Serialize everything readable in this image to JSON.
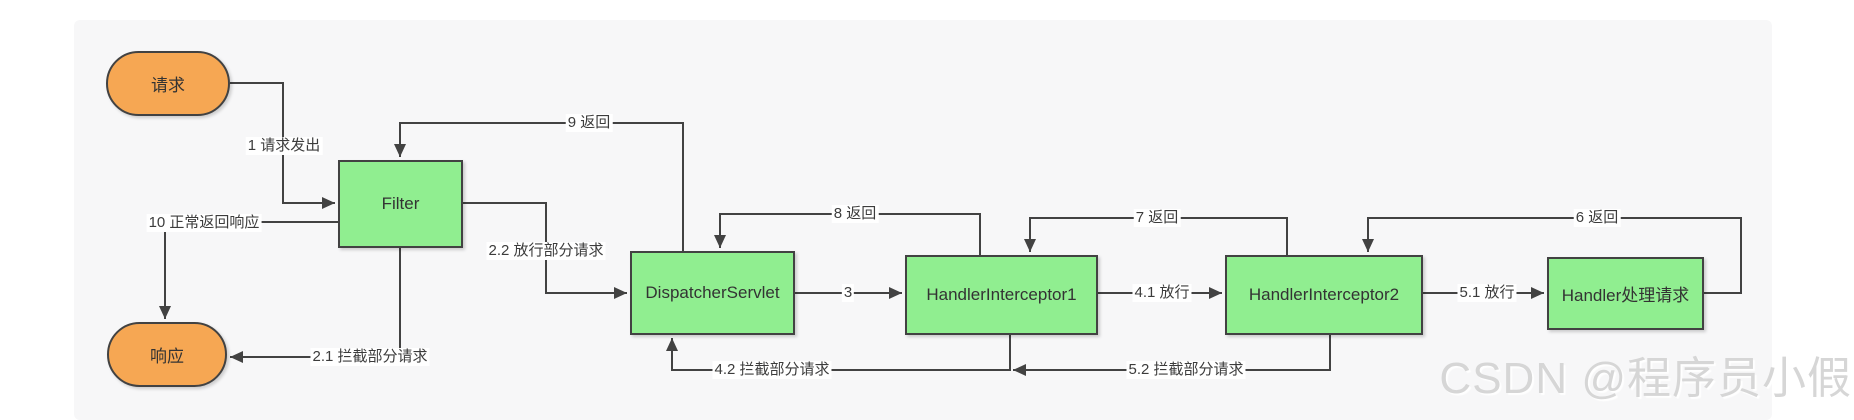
{
  "page": {
    "background": "#ffffff",
    "panel_background": "#f7f7f8"
  },
  "colors": {
    "node_green": "#90ee90",
    "node_orange": "#f6a753",
    "stroke": "#424242",
    "edge_label_text": "#3c3c3c",
    "watermark_text": "#d6d6d6"
  },
  "diagram": {
    "nodes": [
      {
        "id": "request",
        "label": "请求",
        "shape": "pill"
      },
      {
        "id": "response",
        "label": "响应",
        "shape": "pill"
      },
      {
        "id": "filter",
        "label": "Filter",
        "shape": "box"
      },
      {
        "id": "dispatcher_servlet",
        "label": "DispatcherServlet",
        "shape": "box"
      },
      {
        "id": "handler_interceptor1",
        "label": "HandlerInterceptor1",
        "shape": "box"
      },
      {
        "id": "handler_interceptor2",
        "label": "HandlerInterceptor2",
        "shape": "box"
      },
      {
        "id": "handler",
        "label": "Handler处理请求",
        "shape": "box"
      }
    ],
    "edges": [
      {
        "id": "1",
        "label": "1 请求发出",
        "from": "request",
        "to": "filter"
      },
      {
        "id": "9",
        "label": "9 返回",
        "from": "dispatcher_servlet",
        "to": "filter"
      },
      {
        "id": "2.2",
        "label": "2.2 放行部分请求",
        "from": "filter",
        "to": "dispatcher_servlet"
      },
      {
        "id": "10",
        "label": "10 正常返回响应",
        "from": "filter",
        "to": "response"
      },
      {
        "id": "2.1",
        "label": "2.1 拦截部分请求",
        "from": "filter",
        "to": "response"
      },
      {
        "id": "3",
        "label": "3",
        "from": "dispatcher_servlet",
        "to": "handler_interceptor1"
      },
      {
        "id": "8",
        "label": "8 返回",
        "from": "handler_interceptor1",
        "to": "dispatcher_servlet"
      },
      {
        "id": "4.1",
        "label": "4.1 放行",
        "from": "handler_interceptor1",
        "to": "handler_interceptor2"
      },
      {
        "id": "7",
        "label": "7 返回",
        "from": "handler_interceptor2",
        "to": "handler_interceptor1"
      },
      {
        "id": "5.1",
        "label": "5.1 放行",
        "from": "handler_interceptor2",
        "to": "handler"
      },
      {
        "id": "6",
        "label": "6 返回",
        "from": "handler",
        "to": "handler_interceptor2"
      },
      {
        "id": "4.2",
        "label": "4.2 拦截部分请求",
        "from": "handler_interceptor1",
        "to": "dispatcher_servlet"
      },
      {
        "id": "5.2",
        "label": "5.2 拦截部分请求",
        "from": "handler_interceptor2",
        "to": "handler_interceptor1"
      }
    ]
  },
  "watermark": {
    "text": "CSDN @程序员小假"
  }
}
